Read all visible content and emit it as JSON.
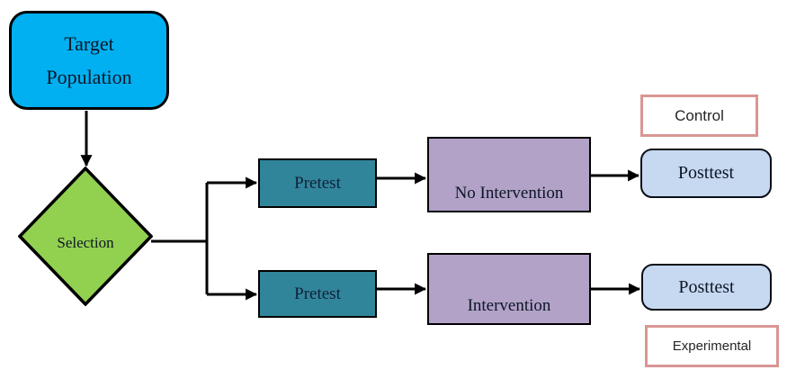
{
  "palette": {
    "blue": "#00B0F0",
    "green": "#92D050",
    "teal": "#31859B",
    "purple": "#B2A2C7",
    "lightblue": "#C6D9F1",
    "pink": "#D99694",
    "line": "#000000"
  },
  "nodes": {
    "target_population": {
      "label": "Target Population"
    },
    "selection": {
      "label": "Selection"
    },
    "pretest_top": {
      "label": "Pretest"
    },
    "no_intervention": {
      "label": "No Intervention"
    },
    "posttest_top": {
      "label": "Posttest"
    },
    "control": {
      "label": "Control"
    },
    "pretest_bottom": {
      "label": "Pretest"
    },
    "intervention": {
      "label": "Intervention"
    },
    "posttest_bottom": {
      "label": "Posttest"
    },
    "experimental": {
      "label": "Experimental"
    }
  }
}
